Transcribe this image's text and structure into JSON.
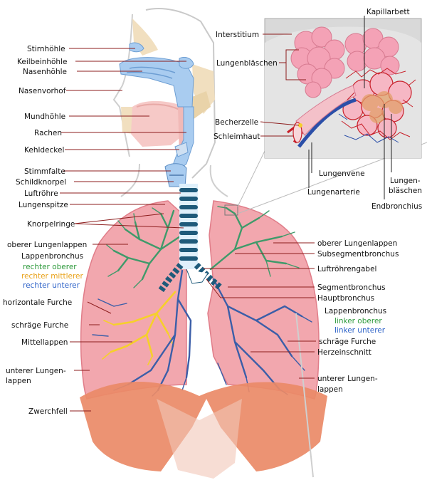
{
  "labels": {
    "stirnhoehle": "Stirnhöhle",
    "keilbeinhoehle": "Keilbeinhöhle",
    "nasenhoehle": "Nasenhöhle",
    "nasenvorhof": "Nasenvorhof",
    "mundhoehle": "Mundhöhle",
    "rachen": "Rachen",
    "kehldeckel": "Kehldeckel",
    "stimmfalte": "Stimmfalte",
    "schildknorpel": "Schildknorpel",
    "luftroehre": "Luftröhre",
    "lungenspitze": "Lungenspitze",
    "knorpelringe": "Knorpelringe",
    "oberer_lungenlappen_r": "oberer Lungenlappen",
    "lappenbronchus_r": "Lappenbronchus",
    "rechter_oberer": "rechter oberer",
    "rechter_mittlerer": "rechter mittlerer",
    "rechter_unterer": "rechter unterer",
    "horizontale_furche": "horizontale Furche",
    "schraege_furche_r": "schräge Furche",
    "mittellappen": "Mittellappen",
    "unterer_lungenlappen_r_1": "unterer Lungen-",
    "unterer_lungenlappen_r_2": "lappen",
    "zwerchfell": "Zwerchfell",
    "interstitium": "Interstitium",
    "lungenblaeschen_inset": "Lungenbläschen",
    "kapillarbett": "Kapillarbett",
    "becherzelle": "Becherzelle",
    "schleimhaut": "Schleimhaut",
    "lungenvene": "Lungenvene",
    "lungenarterie": "Lungenarterie",
    "lungen_blaeschen_1": "Lungen-",
    "lungen_blaeschen_2": "bläschen",
    "endbronchius": "Endbronchius",
    "oberer_lungenlappen_l": "oberer Lungenlappen",
    "subsegmentbronchus": "Subsegmentbronchus",
    "luftroehrengabel": "Luftröhrengabel",
    "segmentbronchus": "Segmentbronchus",
    "hauptbronchus": "Hauptbronchus",
    "lappenbronchus_l": "Lappenbronchus",
    "linker_oberer": "linker oberer",
    "linker_unterer": "linker unterer",
    "schraege_furche_l": "schräge Furche",
    "herzeinschnitt": "Herzeinschnitt",
    "unterer_lungenlappen_l_1": "unterer Lungen-",
    "unterer_lungenlappen_l_2": "lappen"
  },
  "colors": {
    "lung": "#f2a7ae",
    "lung_edge": "#e07d89",
    "diaphragm": "#ea8a67",
    "airway": "#9ec8ee",
    "trachea_dark": "#1e5a7a",
    "bronchi_green": "#3f9a6a",
    "bronchi_blue": "#3b5ea8",
    "bronchi_yellow": "#f6d02a",
    "alveoli": "#f4a2b6",
    "artery": "#c8202a",
    "vein": "#2b4fa8",
    "leader_line": "#8c1c1c",
    "green_label": "#2e9a3c",
    "orange_label": "#e9a21a",
    "blue_label": "#2d62c8"
  }
}
